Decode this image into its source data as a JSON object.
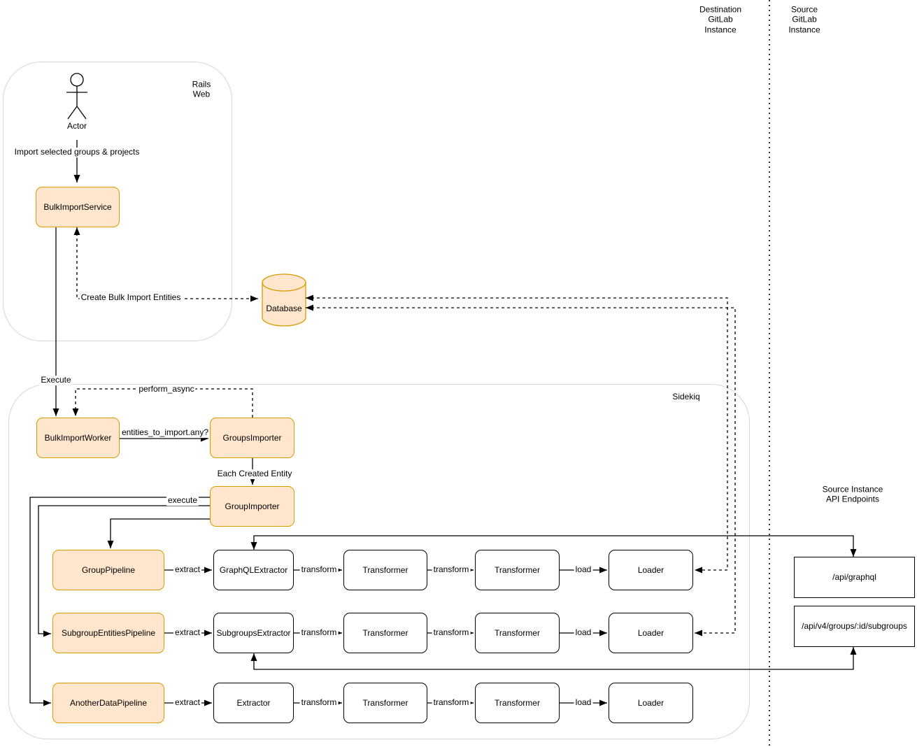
{
  "headers": {
    "destination_instance": "Destination\nGitLab\nInstance",
    "source_instance": "Source\nGitLab\nInstance",
    "api_endpoints_title": "Source Instance API Endpoints"
  },
  "containers": {
    "rails_web": "Rails\nWeb",
    "sidekiq": "Sidekiq"
  },
  "actor": {
    "label": "Actor"
  },
  "nodes": {
    "bulk_import_service": "BulkImportService",
    "database": "Database",
    "bulk_import_worker": "BulkImportWorker",
    "groups_importer": "GroupsImporter",
    "group_importer": "GroupImporter",
    "group_pipeline": "GroupPipeline",
    "subgroup_entities_pipeline": "SubgroupEntitiesPipeline",
    "another_data_pipeline": "AnotherDataPipeline",
    "graphql_extractor": "GraphQLExtractor",
    "subgroups_extractor": "SubgroupsExtractor",
    "extractor": "Extractor",
    "transformer": "Transformer",
    "loader": "Loader",
    "api_graphql": "/api/graphql",
    "api_subgroups": "/api/v4/groups/:id/subgroups"
  },
  "edge_labels": {
    "import_selected": "Import selected groups & projects",
    "create_bulk_import_entities": "Create Bulk Import Entities",
    "execute": "Execute",
    "perform_async": "perform_async",
    "entities_to_import_any": "entities_to_import.any?",
    "each_created_entity": "Each Created Entity",
    "execute_pipeline": "execute",
    "extract": "extract",
    "transform": "transform",
    "load": "load"
  },
  "colors": {
    "highlight_fill": "#FFE6CC",
    "highlight_border": "#D79B00",
    "box_border": "#000000",
    "container_border": "#D6D6D6"
  }
}
